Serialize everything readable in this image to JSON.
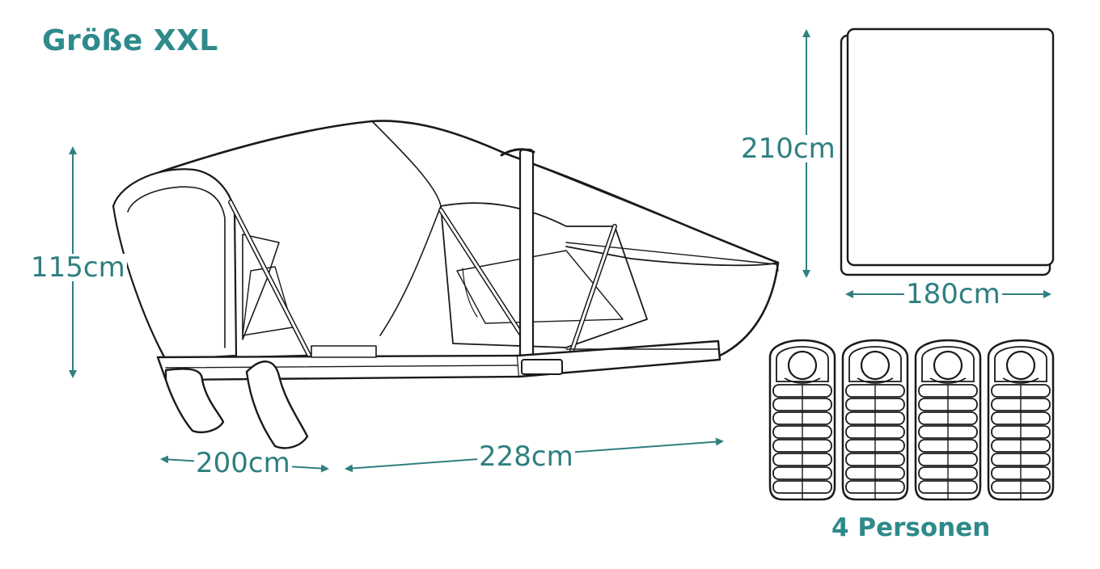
{
  "title": "Größe XXL",
  "dimensions": {
    "height": "115cm",
    "depth_closed": "200cm",
    "length_open": "228cm",
    "mattress_length": "210cm",
    "mattress_width": "180cm"
  },
  "capacity_label": "4 Personen",
  "capacity_count": 4,
  "colors": {
    "accent": "#2e8a8b",
    "line": "#1a1a1a"
  }
}
